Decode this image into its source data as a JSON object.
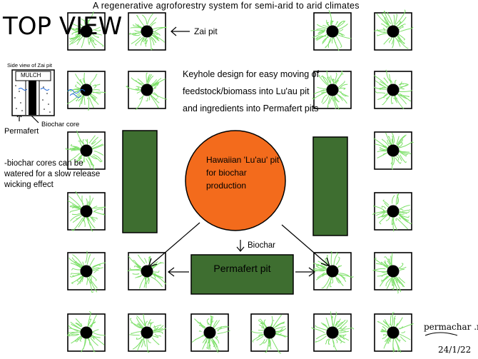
{
  "title": "A regenerative agroforestry system for semi-arid to arid climates",
  "top_view_label": "TOP VIEW",
  "side_view": {
    "caption": "Side view of Zai pit",
    "mulch_label": "MULCH",
    "permafert_label": "Permafert",
    "biochar_core_label": "Biochar core"
  },
  "zai_pit_label": "Zai pit",
  "keyhole_note": "Keyhole design for easy moving of feedstock/biomass into Lu'au pit and ingredients into Permafert pits",
  "luau_pit_label": "Hawaiian 'Lu'au' pit for biochar production",
  "biochar_arrow_label": "Biochar",
  "permafert_pit_label": "Permafert pit",
  "biochar_cores_note": "-biochar cores can be watered for a slow release wicking effect",
  "watermark": "permachar .net",
  "date": "24/1/22",
  "colors": {
    "luau_pit": "#f36b1c",
    "beds": "#3e6e30",
    "plant": "#7ee06a",
    "water": "#1e66d8"
  }
}
